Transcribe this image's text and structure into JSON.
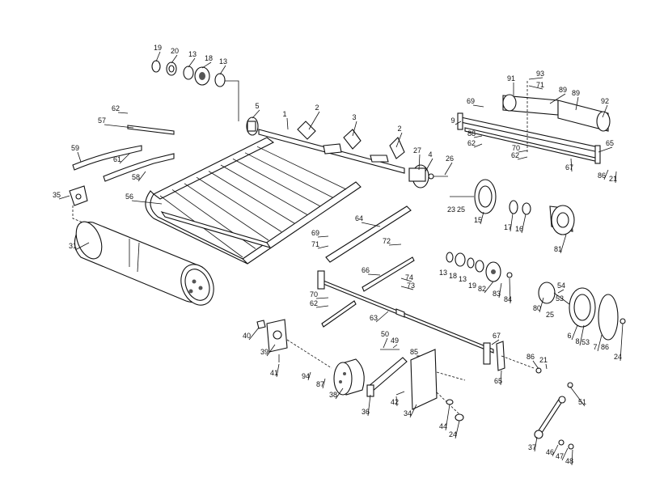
{
  "diagram": {
    "callouts": [
      {
        "id": "c19a",
        "text": "19"
      },
      {
        "id": "c20",
        "text": "20"
      },
      {
        "id": "c13a",
        "text": "13"
      },
      {
        "id": "c18a",
        "text": "18"
      },
      {
        "id": "c13b",
        "text": "13"
      },
      {
        "id": "c5",
        "text": "5"
      },
      {
        "id": "c1",
        "text": "1"
      },
      {
        "id": "c2a",
        "text": "2"
      },
      {
        "id": "c3",
        "text": "3"
      },
      {
        "id": "c2b",
        "text": "2"
      },
      {
        "id": "c62a",
        "text": "62"
      },
      {
        "id": "c57",
        "text": "57"
      },
      {
        "id": "c59",
        "text": "59"
      },
      {
        "id": "c61",
        "text": "61"
      },
      {
        "id": "c58",
        "text": "58"
      },
      {
        "id": "c35",
        "text": "35"
      },
      {
        "id": "c56",
        "text": "56"
      },
      {
        "id": "c31",
        "text": "31"
      },
      {
        "id": "c27",
        "text": "27"
      },
      {
        "id": "c4",
        "text": "4"
      },
      {
        "id": "c26",
        "text": "26"
      },
      {
        "id": "c91",
        "text": "91"
      },
      {
        "id": "c93",
        "text": "93"
      },
      {
        "id": "c71a",
        "text": "71"
      },
      {
        "id": "c89a",
        "text": "89"
      },
      {
        "id": "c89b",
        "text": "89"
      },
      {
        "id": "c92",
        "text": "92"
      },
      {
        "id": "c69a",
        "text": "69"
      },
      {
        "id": "c9",
        "text": "9"
      },
      {
        "id": "c88",
        "text": "88"
      },
      {
        "id": "c62b",
        "text": "62"
      },
      {
        "id": "c70a",
        "text": "70"
      },
      {
        "id": "c62c",
        "text": "62"
      },
      {
        "id": "c65a",
        "text": "65"
      },
      {
        "id": "c67a",
        "text": "67"
      },
      {
        "id": "c86a",
        "text": "86"
      },
      {
        "id": "c21a",
        "text": "21"
      },
      {
        "id": "c23",
        "text": "23"
      },
      {
        "id": "c25a",
        "text": "25"
      },
      {
        "id": "c15",
        "text": "15"
      },
      {
        "id": "c17",
        "text": "17"
      },
      {
        "id": "c16",
        "text": "16"
      },
      {
        "id": "c81",
        "text": "81"
      },
      {
        "id": "c64",
        "text": "64"
      },
      {
        "id": "c69b",
        "text": "69"
      },
      {
        "id": "c71b",
        "text": "71"
      },
      {
        "id": "c72",
        "text": "72"
      },
      {
        "id": "c66",
        "text": "66"
      },
      {
        "id": "c74",
        "text": "74"
      },
      {
        "id": "c73",
        "text": "73"
      },
      {
        "id": "c70b",
        "text": "70"
      },
      {
        "id": "c62d",
        "text": "62"
      },
      {
        "id": "c63",
        "text": "63"
      },
      {
        "id": "c13c",
        "text": "13"
      },
      {
        "id": "c18b",
        "text": "18"
      },
      {
        "id": "c13d",
        "text": "13"
      },
      {
        "id": "c19b",
        "text": "19"
      },
      {
        "id": "c82",
        "text": "82"
      },
      {
        "id": "c83",
        "text": "83"
      },
      {
        "id": "c84",
        "text": "84"
      },
      {
        "id": "c80",
        "text": "80"
      },
      {
        "id": "c25b",
        "text": "25"
      },
      {
        "id": "c54",
        "text": "54"
      },
      {
        "id": "c53a",
        "text": "53"
      },
      {
        "id": "c6",
        "text": "6"
      },
      {
        "id": "c8",
        "text": "8"
      },
      {
        "id": "c53b",
        "text": "53"
      },
      {
        "id": "c7",
        "text": "7"
      },
      {
        "id": "c86b",
        "text": "86"
      },
      {
        "id": "c24a",
        "text": "24"
      },
      {
        "id": "c40",
        "text": "40"
      },
      {
        "id": "c39",
        "text": "39"
      },
      {
        "id": "c41",
        "text": "41"
      },
      {
        "id": "c94",
        "text": "94"
      },
      {
        "id": "c87",
        "text": "87"
      },
      {
        "id": "c38",
        "text": "38"
      },
      {
        "id": "c50",
        "text": "50"
      },
      {
        "id": "c49",
        "text": "49"
      },
      {
        "id": "c85",
        "text": "85"
      },
      {
        "id": "c36",
        "text": "36"
      },
      {
        "id": "c42",
        "text": "42"
      },
      {
        "id": "c34",
        "text": "34"
      },
      {
        "id": "c44",
        "text": "44"
      },
      {
        "id": "c24b",
        "text": "24"
      },
      {
        "id": "c67b",
        "text": "67"
      },
      {
        "id": "c86c",
        "text": "86"
      },
      {
        "id": "c21b",
        "text": "21"
      },
      {
        "id": "c65b",
        "text": "65"
      },
      {
        "id": "c51",
        "text": "51"
      },
      {
        "id": "c37",
        "text": "37"
      },
      {
        "id": "c46",
        "text": "46"
      },
      {
        "id": "c47",
        "text": "47"
      },
      {
        "id": "c48",
        "text": "48"
      }
    ]
  }
}
